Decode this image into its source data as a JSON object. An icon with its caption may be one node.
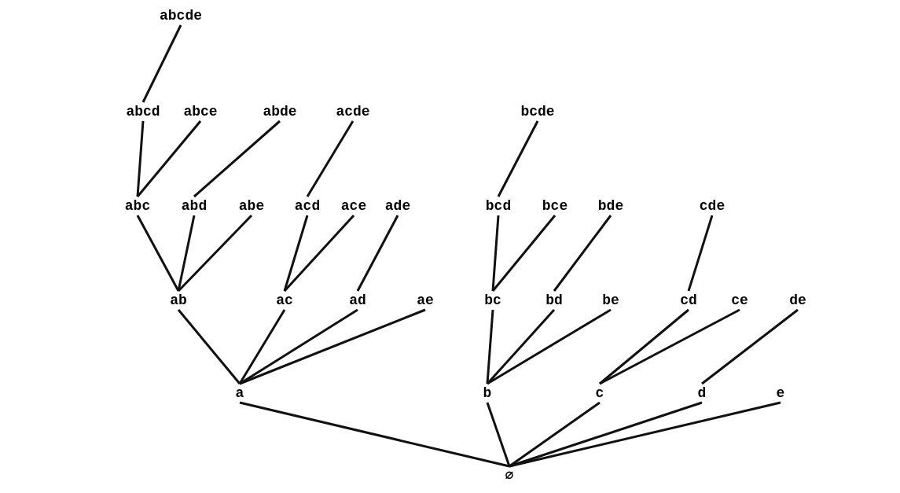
{
  "diagram": {
    "nodes": [
      {
        "text": [
          "abcde"
        ]
      },
      {
        "text": [
          "abcd"
        ]
      },
      {
        "text": [
          "abce"
        ]
      },
      {
        "text": [
          "abde"
        ]
      },
      {
        "text": [
          "acde"
        ]
      },
      {
        "text": [
          "bcde"
        ]
      },
      {
        "text": [
          "abc"
        ]
      },
      {
        "text": [
          "abd"
        ]
      },
      {
        "text": [
          "abe"
        ]
      },
      {
        "text": [
          "acd"
        ]
      },
      {
        "text": [
          "ace"
        ]
      },
      {
        "text": [
          "ade"
        ]
      },
      {
        "text": [
          "bcd"
        ]
      },
      {
        "text": [
          "bce"
        ]
      },
      {
        "text": [
          "bde"
        ]
      },
      {
        "text": [
          "cde"
        ]
      },
      {
        "text": [
          "ab"
        ]
      },
      {
        "text": [
          "ac"
        ]
      },
      {
        "text": [
          "ad"
        ]
      },
      {
        "text": [
          "ae"
        ]
      },
      {
        "text": [
          "bc"
        ]
      },
      {
        "text": [
          "bd"
        ]
      },
      {
        "text": [
          "be"
        ]
      },
      {
        "text": [
          "cd"
        ]
      },
      {
        "text": [
          "ce"
        ]
      },
      {
        "text": [
          "de"
        ]
      },
      {
        "text": [
          "a"
        ]
      },
      {
        "text": [
          "b"
        ]
      },
      {
        "text": [
          "c"
        ]
      },
      {
        "text": [
          "d"
        ]
      },
      {
        "text": [
          "e"
        ]
      },
      {
        "text": [
          "∅"
        ]
      }
    ],
    "edges": [
      {
        "from": 31,
        "to": 26,
        "arrow": "none"
      },
      {
        "from": 31,
        "to": 27,
        "arrow": "none"
      },
      {
        "from": 31,
        "to": 28,
        "arrow": "none"
      },
      {
        "from": 31,
        "to": 29,
        "arrow": "none"
      },
      {
        "from": 31,
        "to": 30,
        "arrow": "none"
      },
      {
        "from": 26,
        "to": 16,
        "arrow": "none"
      },
      {
        "from": 26,
        "to": 17,
        "arrow": "none"
      },
      {
        "from": 26,
        "to": 18,
        "arrow": "none"
      },
      {
        "from": 26,
        "to": 19,
        "arrow": "none"
      },
      {
        "from": 27,
        "to": 20,
        "arrow": "none"
      },
      {
        "from": 27,
        "to": 21,
        "arrow": "none"
      },
      {
        "from": 27,
        "to": 22,
        "arrow": "none"
      },
      {
        "from": 28,
        "to": 23,
        "arrow": "none"
      },
      {
        "from": 28,
        "to": 24,
        "arrow": "none"
      },
      {
        "from": 29,
        "to": 25,
        "arrow": "none"
      },
      {
        "from": 16,
        "to": 6,
        "arrow": "none"
      },
      {
        "from": 16,
        "to": 7,
        "arrow": "none"
      },
      {
        "from": 16,
        "to": 8,
        "arrow": "none"
      },
      {
        "from": 17,
        "to": 9,
        "arrow": "none"
      },
      {
        "from": 17,
        "to": 10,
        "arrow": "none"
      },
      {
        "from": 18,
        "to": 11,
        "arrow": "none"
      },
      {
        "from": 20,
        "to": 12,
        "arrow": "none"
      },
      {
        "from": 20,
        "to": 13,
        "arrow": "none"
      },
      {
        "from": 21,
        "to": 14,
        "arrow": "none"
      },
      {
        "from": 23,
        "to": 15,
        "arrow": "none"
      },
      {
        "from": 6,
        "to": 1,
        "arrow": "none"
      },
      {
        "from": 6,
        "to": 2,
        "arrow": "none"
      },
      {
        "from": 7,
        "to": 3,
        "arrow": "none"
      },
      {
        "from": 9,
        "to": 4,
        "arrow": "none"
      },
      {
        "from": 12,
        "to": 5,
        "arrow": "none"
      },
      {
        "from": 1,
        "to": 0,
        "arrow": "none"
      }
    ]
  }
}
